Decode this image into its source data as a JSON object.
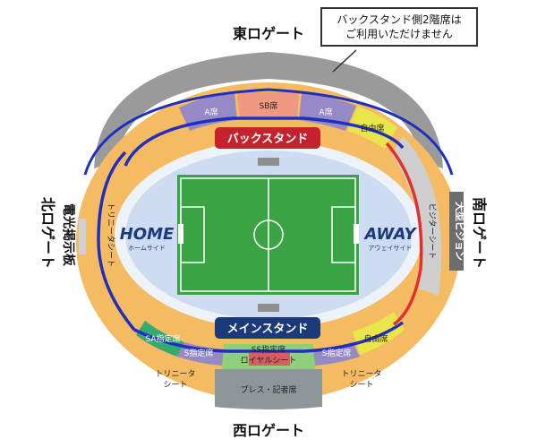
{
  "gates": {
    "east": "東ロゲート",
    "west": "西ロゲート",
    "north": "北ロゲート",
    "south": "南ロゲート"
  },
  "notice": {
    "line1": "バックスタンド側2階席は",
    "line2": "ご利用いただけません"
  },
  "stands": {
    "back": "バックスタンド",
    "main": "メインスタンド"
  },
  "teams": {
    "home": "HOME",
    "home_sub": "ホームサイド",
    "away": "AWAY",
    "away_sub": "アウェイサイド"
  },
  "sections": {
    "back_a_left": "A席",
    "back_sb": "SB席",
    "back_a_right": "A席",
    "back_free": "自由席",
    "main_sa": "SA指定席",
    "main_s_left": "S指定席",
    "main_ss_1": "SS指定席",
    "main_ss_2": "ロイヤルシート",
    "main_s_right": "S指定席",
    "main_free": "自由席",
    "trinita_left": "トリニータシート",
    "visitor": "ビジターシート",
    "trinita_bl_1": "トリニータ",
    "trinita_bl_2": "シート",
    "trinita_br_1": "トリニータ",
    "trinita_br_2": "シート",
    "press": "プレス・記者席"
  },
  "scoreboard": "電光掲示板",
  "vision": "大型ビジョン",
  "colors": {
    "orange": "#f5bb62",
    "purple": "#9589c6",
    "salmon": "#ef9a80",
    "yellow": "#e8e64a",
    "green": "#36ab70",
    "pitch": "#3aa344",
    "blue_line": "#1f2fbf",
    "red_line": "#e0302f",
    "navy": "#1b3a7a",
    "gray": "#8e8e8e"
  }
}
